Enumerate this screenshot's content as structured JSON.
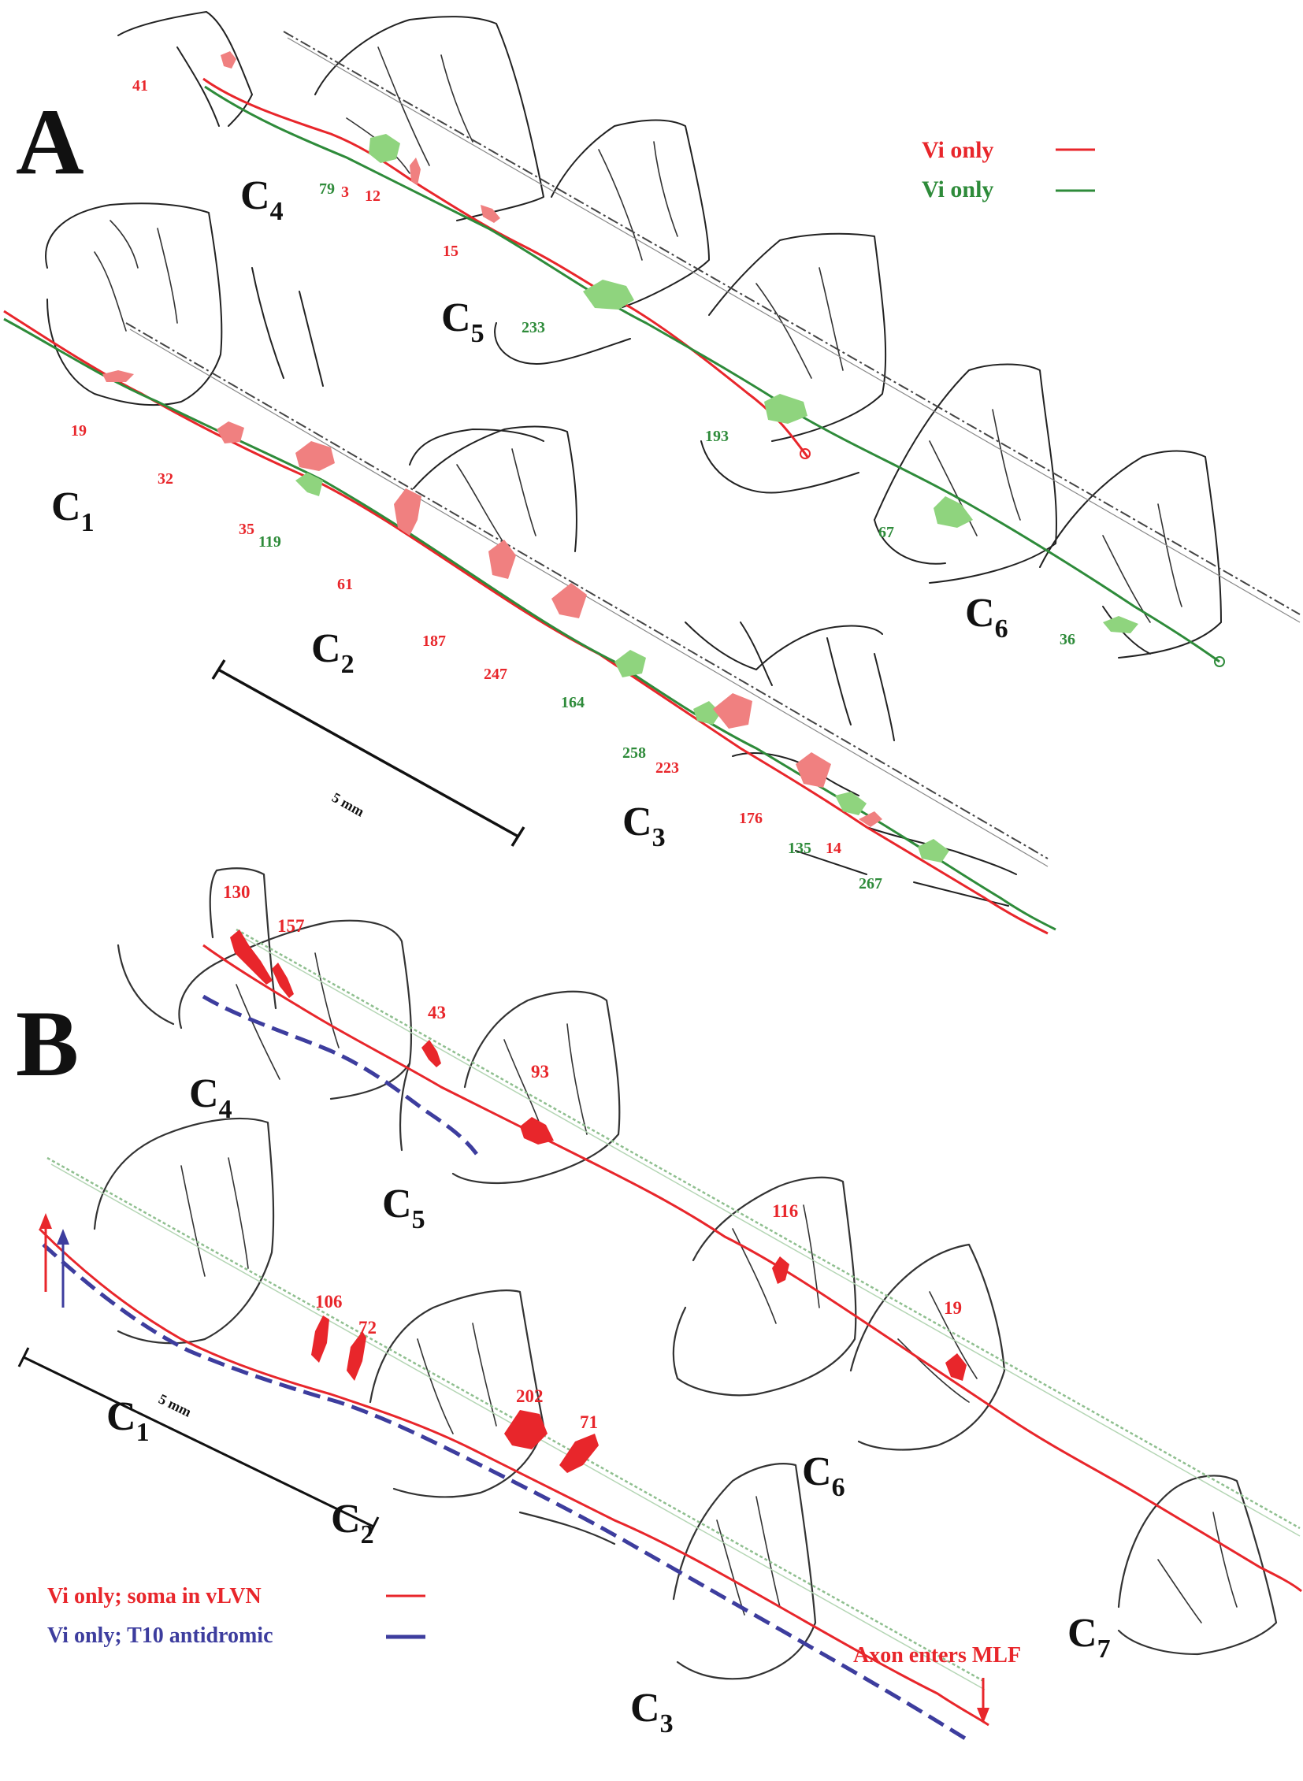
{
  "panels": {
    "A": {
      "letter": "A",
      "segments": [
        "C",
        "C",
        "C",
        "C",
        "C",
        "C"
      ],
      "segment_subs": [
        "4",
        "5",
        "6",
        "1",
        "2",
        "3"
      ],
      "red_numbers": [
        "41",
        "3",
        "12",
        "15",
        "19",
        "32",
        "35",
        "61",
        "187",
        "247",
        "223",
        "176",
        "14"
      ],
      "green_numbers": [
        "79",
        "233",
        "193",
        "67",
        "36",
        "119",
        "164",
        "258",
        "135",
        "267"
      ],
      "legend": [
        {
          "label": "Vi only",
          "color": "#e8262b"
        },
        {
          "label": "Vi only",
          "color": "#2e8b3a"
        }
      ],
      "scale_label": "5 mm"
    },
    "B": {
      "letter": "B",
      "segments": [
        "C",
        "C",
        "C",
        "C",
        "C",
        "C",
        "C"
      ],
      "segment_subs": [
        "4",
        "5",
        "6",
        "7",
        "1",
        "2",
        "3"
      ],
      "red_numbers": [
        "130",
        "157",
        "43",
        "93",
        "116",
        "19",
        "106",
        "72",
        "202",
        "71"
      ],
      "legend": [
        {
          "label": "Vi only; soma in vLVN",
          "color": "#e8262b"
        },
        {
          "label": "Vi only; T10 antidromic",
          "color": "#3d3d9e"
        }
      ],
      "scale_label": "5 mm",
      "annotation": "Axon enters MLF"
    }
  },
  "colors": {
    "red": "#e8262b",
    "green": "#2e8b3a",
    "pink_fill": "#f08080",
    "green_fill": "#8fd47e",
    "blue": "#3d3d9e",
    "outline": "#222222"
  }
}
